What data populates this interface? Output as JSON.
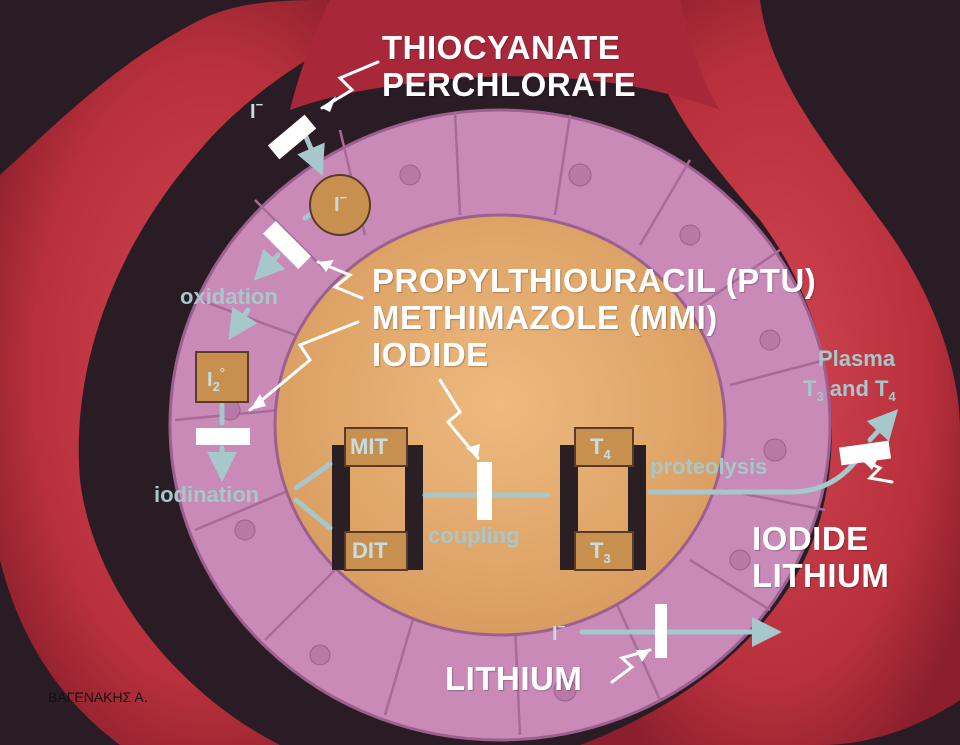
{
  "drugs": {
    "thiocyanate": "THIOCYANATE",
    "perchlorate": "PERCHLORATE",
    "ptu": "PROPYLTHIOURACIL (PTU)",
    "mmi": "METHIMAZOLE (MMI)",
    "iodide_center": "IODIDE",
    "iodide_right": "IODIDE",
    "lithium_right": "LITHIUM",
    "lithium_bottom": "LITHIUM"
  },
  "processes": {
    "oxidation": "oxidation",
    "iodination": "iodination",
    "coupling": "coupling",
    "proteolysis": "proteolysis",
    "plasma_line1": "Plasma",
    "plasma_t3": "T",
    "plasma_t3_sub": "3",
    "plasma_and": " and ",
    "plasma_t4": "T",
    "plasma_t4_sub": "4"
  },
  "molecules": {
    "iodide_entry": "I",
    "iodide_entry_sup": "−",
    "iodide_cell": "I",
    "iodide_cell_sup": "−",
    "iodine": "I",
    "iodine_sub": "2",
    "iodine_sup": "°",
    "mit": "MIT",
    "dit": "DIT",
    "t4": "T",
    "t4_sub": "4",
    "t3": "T",
    "t3_sub": "3",
    "iodide_bottom": "I",
    "iodide_bottom_sup": "−"
  },
  "credit": "ΒΑΓΕΝΑΚΗΣ Α.",
  "colors": {
    "background": "#2a1c24",
    "vessel": "#b8303c",
    "cell_layer": "#c98ab8",
    "colloid": "#e0a86e",
    "process_text": "#a6c7cc",
    "drug_text": "#ffffff"
  }
}
